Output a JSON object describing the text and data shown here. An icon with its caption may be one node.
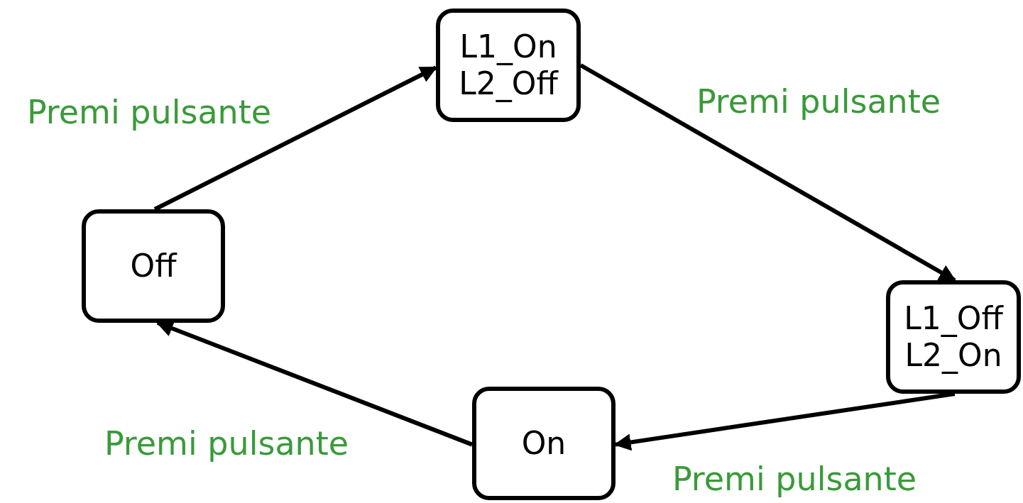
{
  "diagram": {
    "nodes": [
      {
        "text": [
          "Off"
        ]
      },
      {
        "text": [
          "L1_On",
          "L2_Off"
        ]
      },
      {
        "text": [
          "L1_Off",
          "L2_On"
        ]
      },
      {
        "text": [
          "On"
        ]
      }
    ],
    "edges": [
      {
        "from": 0,
        "to": 1,
        "arrow": "to",
        "label": "Premi pulsante"
      },
      {
        "from": 1,
        "to": 2,
        "arrow": "to",
        "label": "Premi pulsante"
      },
      {
        "from": 2,
        "to": 3,
        "arrow": "to",
        "label": "Premi pulsante"
      },
      {
        "from": 3,
        "to": 0,
        "arrow": "to",
        "label": "Premi pulsante"
      }
    ]
  }
}
